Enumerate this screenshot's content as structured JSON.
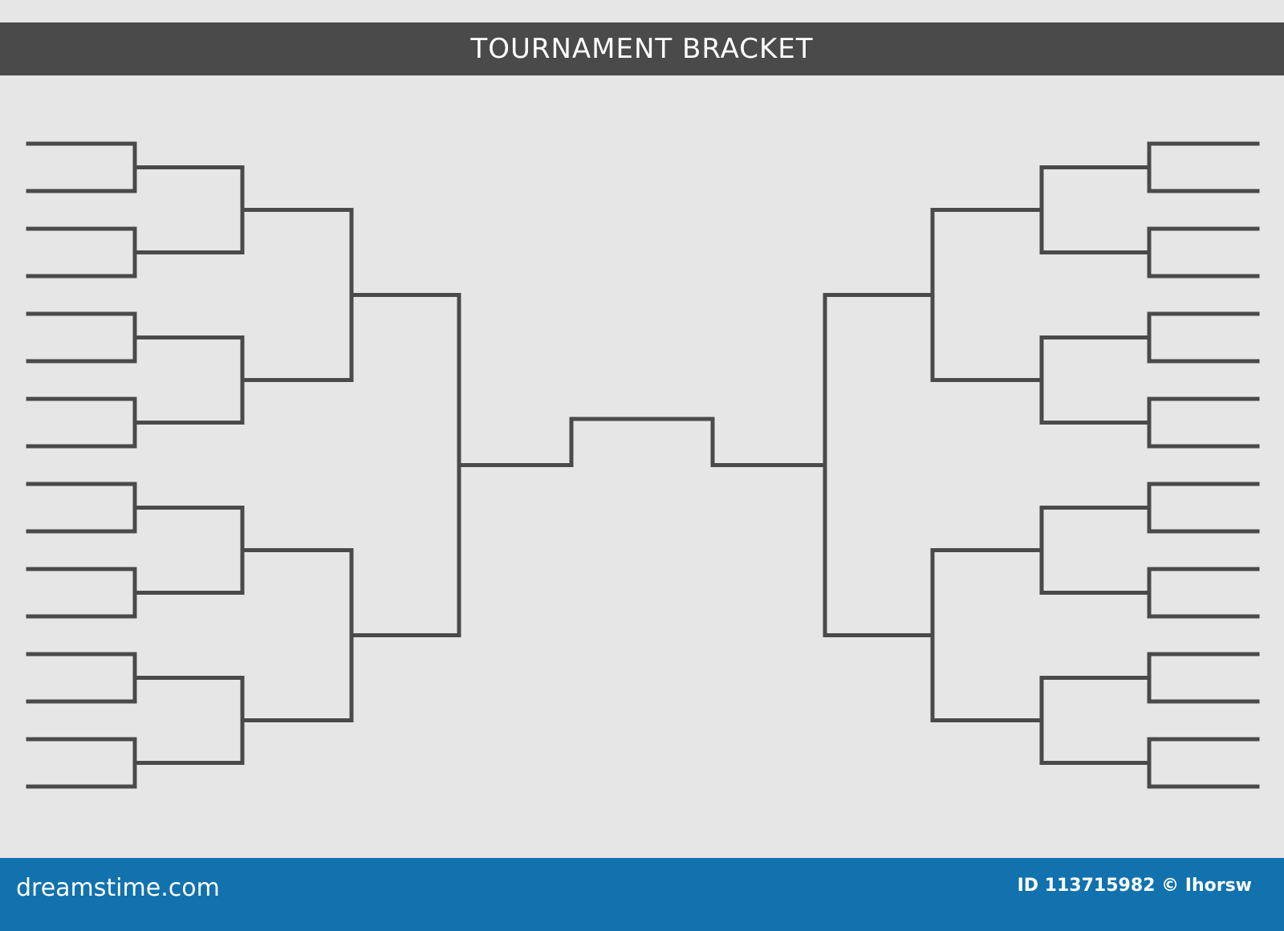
{
  "header": {
    "title": "TOURNAMENT BRACKET"
  },
  "bracket": {
    "teams_per_side": 16,
    "rounds_per_side": 4,
    "line_color": "#4a4a4a",
    "background": "#e6e6e6"
  },
  "footer": {
    "site": "dreamstime.com",
    "id_text": "ID 113715982 © Ihorsw",
    "color": "#1172ad"
  }
}
